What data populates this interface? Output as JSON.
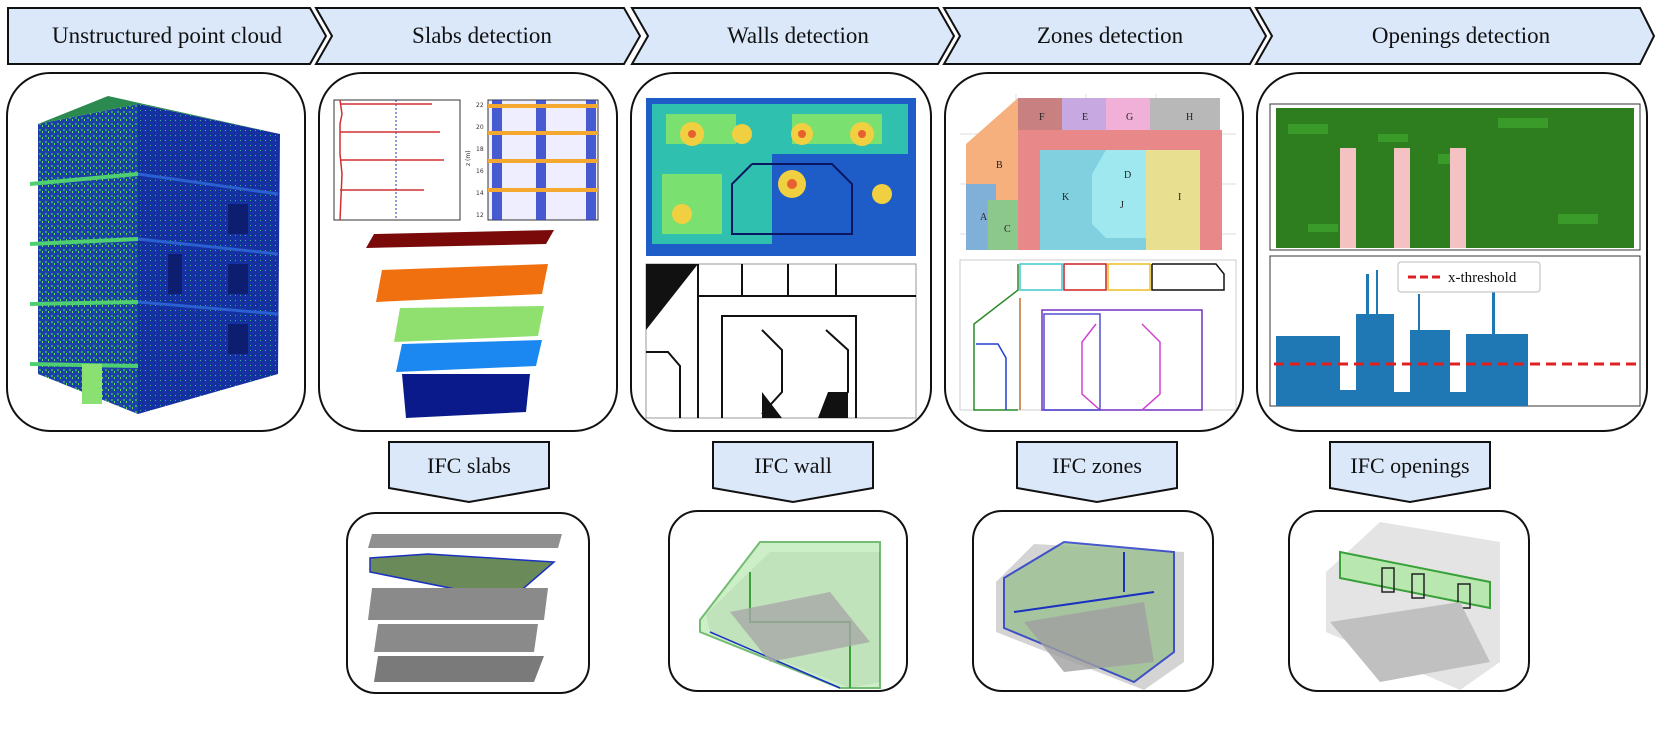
{
  "pipeline": {
    "steps": [
      {
        "label": "Unstructured point cloud"
      },
      {
        "label": "Slabs detection"
      },
      {
        "label": "Walls detection"
      },
      {
        "label": "Zones detection"
      },
      {
        "label": "Openings detection"
      }
    ],
    "ifc_outputs": [
      {
        "label": "IFC slabs"
      },
      {
        "label": "IFC wall"
      },
      {
        "label": "IFC zones"
      },
      {
        "label": "IFC openings"
      }
    ]
  },
  "slabs_panel": {
    "histogram_ticks": [
      "22",
      "20",
      "18",
      "16",
      "14",
      "12"
    ],
    "histogram_axis_label": "z (m)"
  },
  "zones_panel": {
    "zone_labels": [
      "F",
      "E",
      "G",
      "H",
      "B",
      "D",
      "K",
      "J",
      "I",
      "A",
      "C"
    ]
  },
  "openings_panel": {
    "legend_label": "x-threshold"
  },
  "colors": {
    "header_fill": "#dae8fa",
    "border": "#111111",
    "threshold": "#e02020",
    "histogram_bar": "#1f77b4",
    "points_green": "#2e7d1f",
    "opening_pink": "#f4c2c2",
    "ifc_highlight": "#7fd87f"
  }
}
